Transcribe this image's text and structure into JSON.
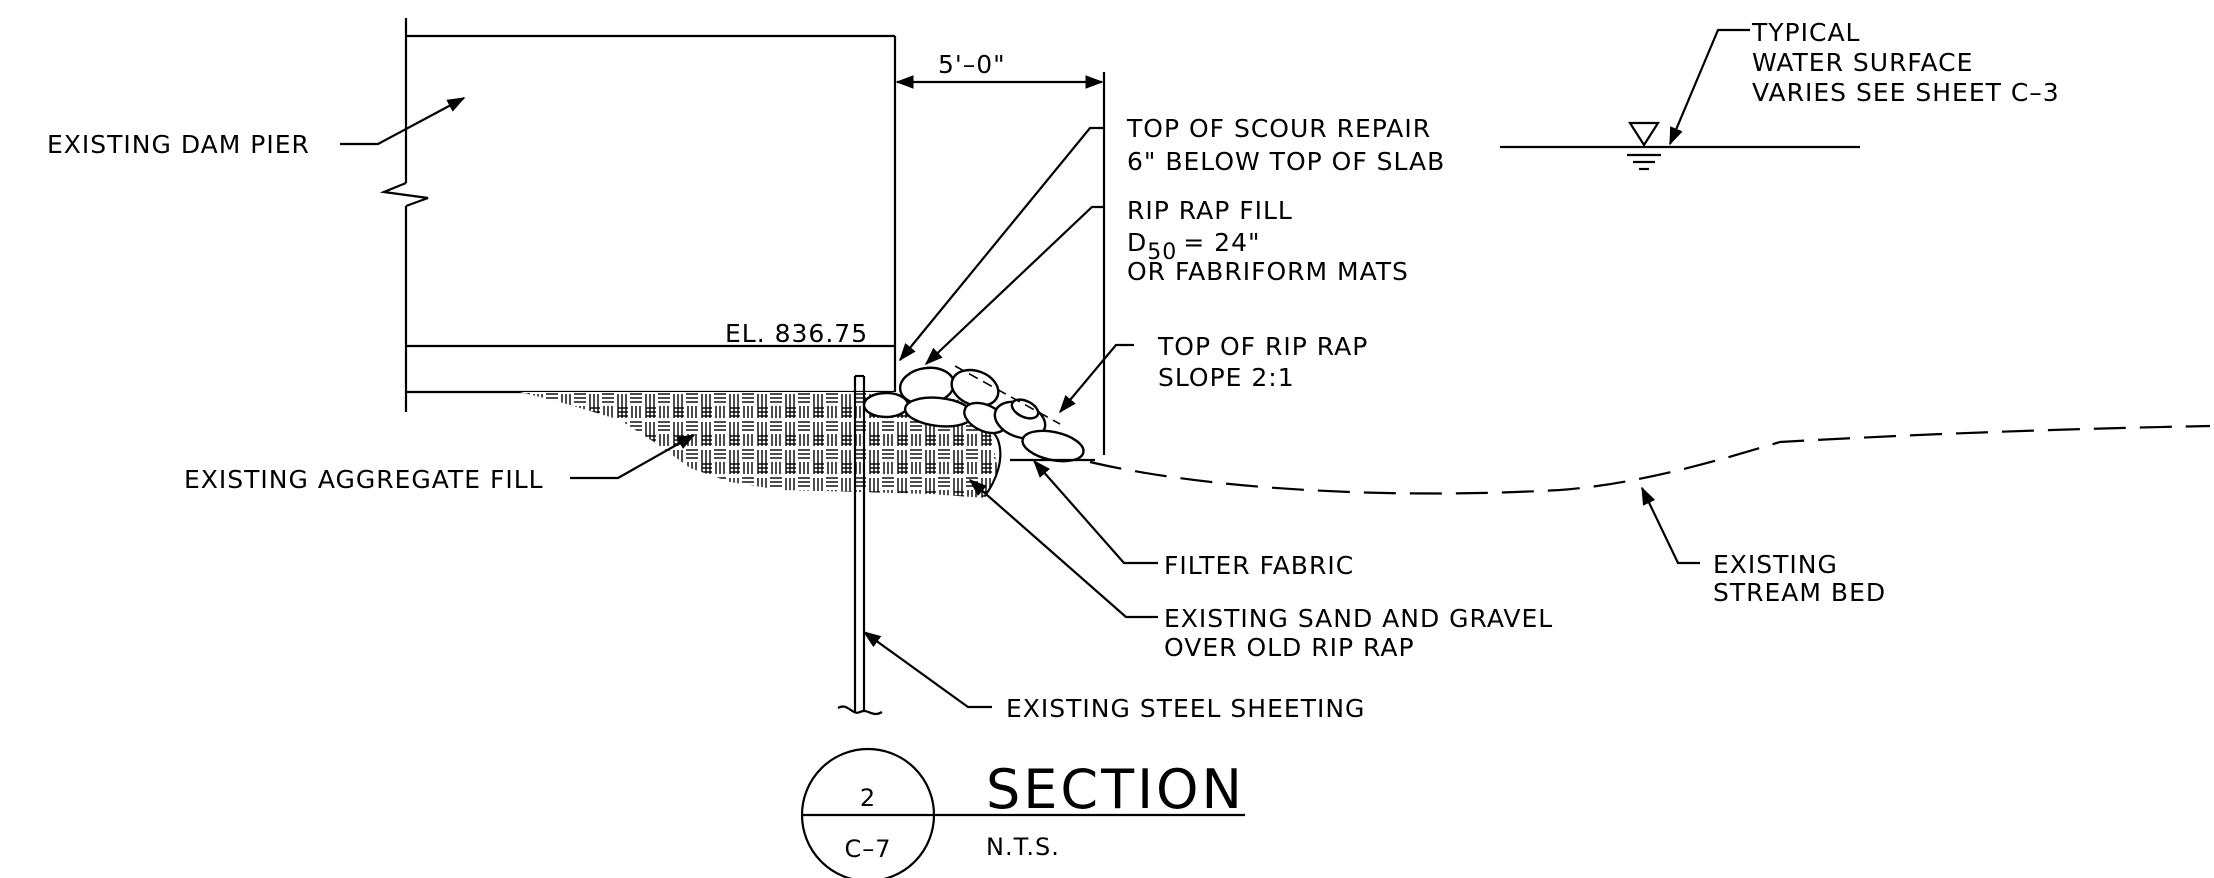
{
  "labels": {
    "dim": "5'–0\"",
    "dam_pier": "EXISTING DAM PIER",
    "scour_1": "TOP OF SCOUR REPAIR",
    "scour_2": "6\" BELOW TOP OF SLAB",
    "riprap_1": "RIP RAP FILL",
    "riprap_d": "D",
    "riprap_sub": "50",
    "riprap_eq": "= 24\"",
    "riprap_3": "OR FABRIFORM MATS",
    "water_1": "TYPICAL",
    "water_2": "WATER SURFACE",
    "water_3": "VARIES SEE SHEET C–3",
    "elevation": "EL. 836.75",
    "top_riprap_1": "TOP OF RIP RAP",
    "top_riprap_2": "SLOPE 2:1",
    "aggregate": "EXISTING AGGREGATE FILL",
    "stream_1": "EXISTING",
    "stream_2": "STREAM BED",
    "filter": "FILTER FABRIC",
    "sand_1": "EXISTING SAND AND GRAVEL",
    "sand_2": "OVER OLD RIP RAP",
    "sheeting": "EXISTING STEEL SHEETING"
  },
  "title_block": {
    "number": "2",
    "sheet": "C–7",
    "title": "SECTION",
    "scale": "N.T.S."
  },
  "colors": {
    "ink": "#000000",
    "paper": "#ffffff"
  }
}
